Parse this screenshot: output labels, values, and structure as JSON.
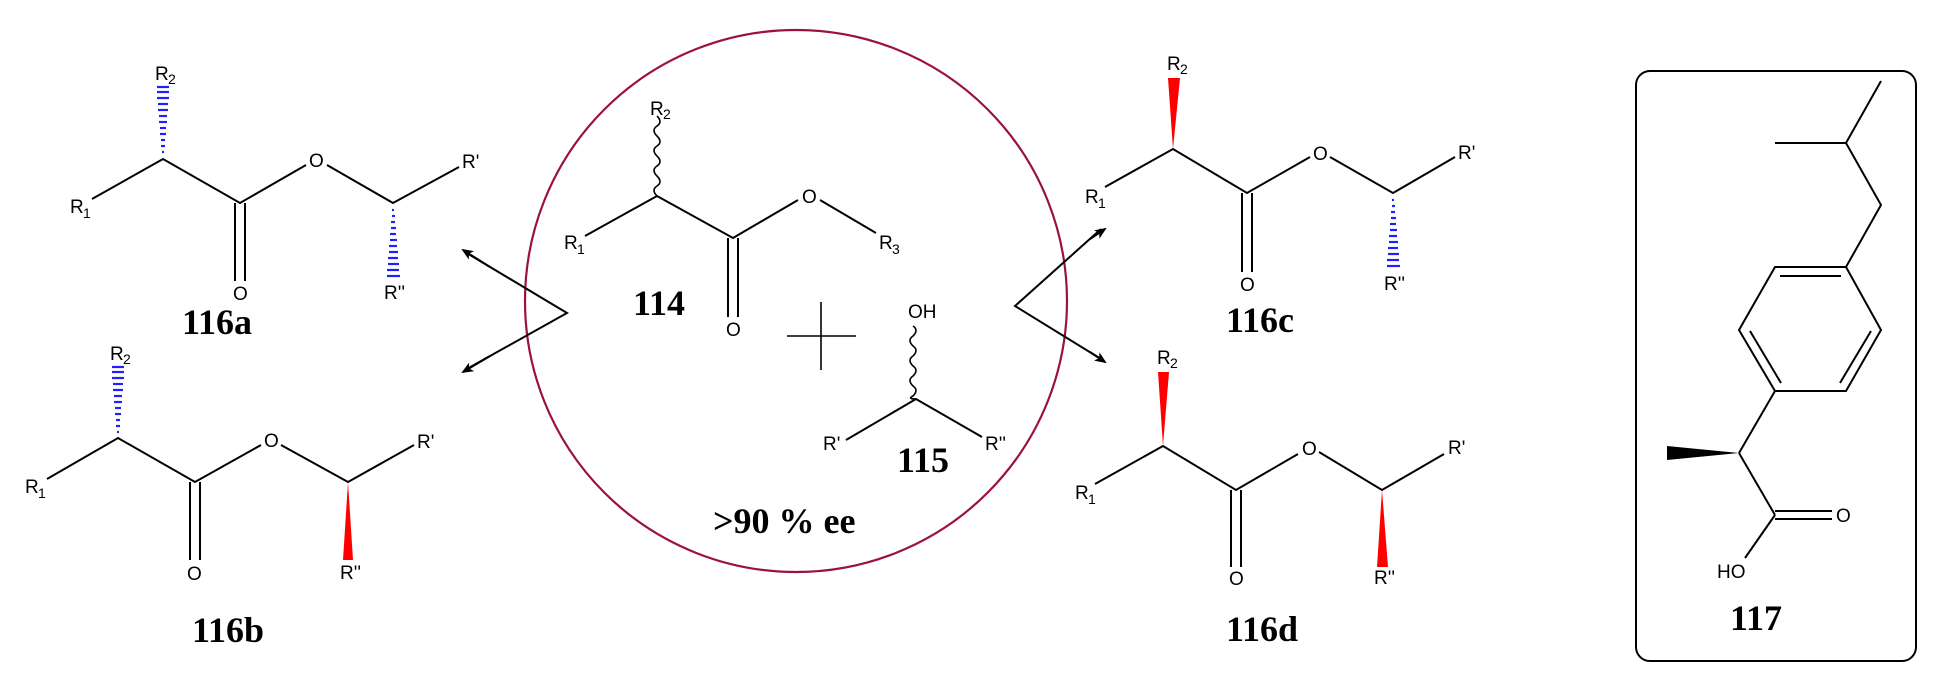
{
  "figure": {
    "type": "reaction-scheme",
    "colors": {
      "circle": "#9b1145",
      "wedge_bold": "#ff0000",
      "wedge_hash": "#1f1fff",
      "bond": "#000000"
    }
  },
  "reactants": {
    "ester": {
      "label": "114",
      "atoms": {
        "r1": "R",
        "r1_sub": "1",
        "r2": "R",
        "r2_sub": "2",
        "r3": "R",
        "r3_sub": "3",
        "o_carbonyl": "O",
        "o_ester": "O"
      },
      "stereo": "racemic (wavy bond)"
    },
    "plus": "+",
    "alcohol": {
      "label": "115",
      "atoms": {
        "oh": "OH",
        "r_prime": "R'",
        "r_dprime": "R''"
      },
      "stereo": "racemic (wavy bond)"
    },
    "selectivity": ">90 % ee"
  },
  "products": [
    {
      "label": "116a",
      "alpha_stereo": "hashed",
      "carbinol_stereo": "hashed"
    },
    {
      "label": "116b",
      "alpha_stereo": "hashed",
      "carbinol_stereo": "wedge"
    },
    {
      "label": "116c",
      "alpha_stereo": "wedge",
      "carbinol_stereo": "hashed"
    },
    {
      "label": "116d",
      "alpha_stereo": "wedge",
      "carbinol_stereo": "wedge"
    }
  ],
  "product_atoms": {
    "r1": "R",
    "r1_sub": "1",
    "r2": "R",
    "r2_sub": "2",
    "o": "O",
    "r_prime": "R'",
    "r_dprime": "R''"
  },
  "ibuprofen": {
    "label": "117",
    "atoms": {
      "o": "O",
      "ho": "HO"
    }
  }
}
